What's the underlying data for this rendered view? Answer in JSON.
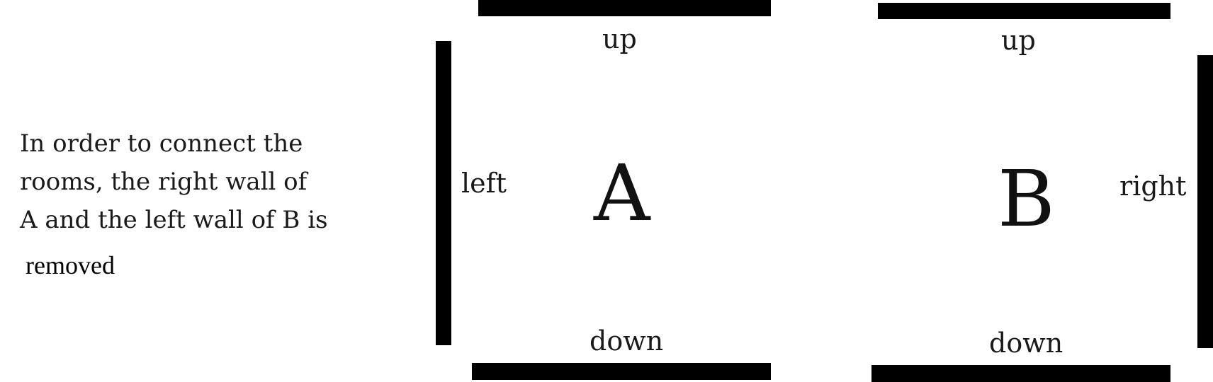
{
  "caption": {
    "lines": [
      "In order to connect the",
      "rooms, the right wall of",
      "A and the left wall of B is",
      "removed"
    ]
  },
  "room_a": {
    "name": "A",
    "labels": {
      "up": "up",
      "left": "left",
      "down": "down"
    }
  },
  "room_b": {
    "name": "B",
    "labels": {
      "up": "up",
      "right": "right",
      "down": "down"
    }
  },
  "colors": {
    "wall": "#000000",
    "text": "#1a1a1a",
    "background": "#ffffff"
  }
}
